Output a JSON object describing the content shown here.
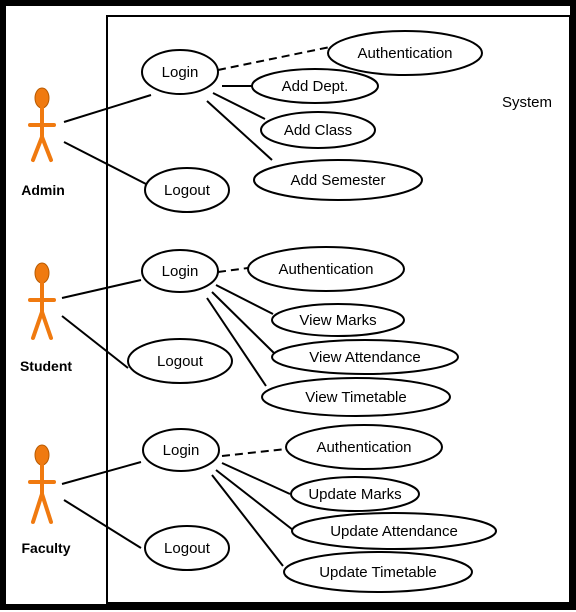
{
  "system": {
    "label": "System"
  },
  "colors": {
    "actor": "#F07A10",
    "actor_outline": "#B85A00",
    "frame": "#000000",
    "line": "#000000"
  },
  "actors": [
    {
      "name": "Admin",
      "icon": "stick-figure-icon"
    },
    {
      "name": "Student",
      "icon": "stick-figure-icon"
    },
    {
      "name": "Faculty",
      "icon": "stick-figure-icon"
    }
  ],
  "use_cases": {
    "admin": {
      "login": "Login",
      "logout": "Logout",
      "authentication": "Authentication",
      "add_dept": "Add Dept.",
      "add_class": "Add Class",
      "add_semester": "Add Semester"
    },
    "student": {
      "login": "Login",
      "logout": "Logout",
      "authentication": "Authentication",
      "view_marks": "View Marks",
      "view_attendance": "View Attendance",
      "view_timetable": "View Timetable"
    },
    "faculty": {
      "login": "Login",
      "logout": "Logout",
      "authentication": "Authentication",
      "update_marks": "Update Marks",
      "update_attendance": "Update Attendance",
      "update_timetable": "Update Timetable"
    }
  }
}
